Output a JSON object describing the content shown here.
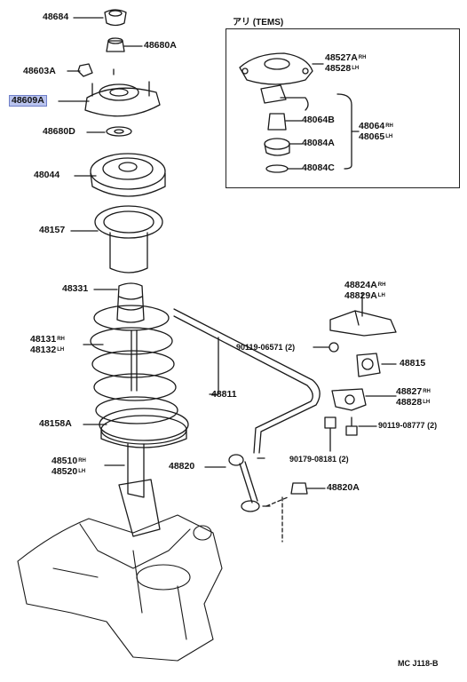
{
  "diagram": {
    "code": "MC J118-B",
    "inset_title": "アリ (TEMS)",
    "highlight": "48609A",
    "sides": {
      "rh": "RH",
      "lh": "LH"
    },
    "parts": {
      "p48684": "48684",
      "p48680A": "48680A",
      "p48603A": "48603A",
      "p48609A": "48609A",
      "p48680D": "48680D",
      "p48044": "48044",
      "p48157": "48157",
      "p48331": "48331",
      "p48131": "48131",
      "p48132": "48132",
      "p48158A": "48158A",
      "p48510": "48510",
      "p48520": "48520",
      "p48811": "48811",
      "p48820": "48820",
      "p48820A": "48820A",
      "p48824A": "48824A",
      "p48829A": "48829A",
      "p9011906571": "90119-06571",
      "p9011906571qty": "(2)",
      "p48815": "48815",
      "p48827": "48827",
      "p48828": "48828",
      "p9011908777": "90119-08777",
      "p9011908777qty": "(2)",
      "p9017908181": "90179-08181",
      "p9017908181qty": "(2)",
      "p48527A": "48527A",
      "p48528": "48528",
      "p48064B": "48064B",
      "p48064": "48064",
      "p48065": "48065",
      "p48084A": "48084A",
      "p48084C": "48084C"
    }
  }
}
